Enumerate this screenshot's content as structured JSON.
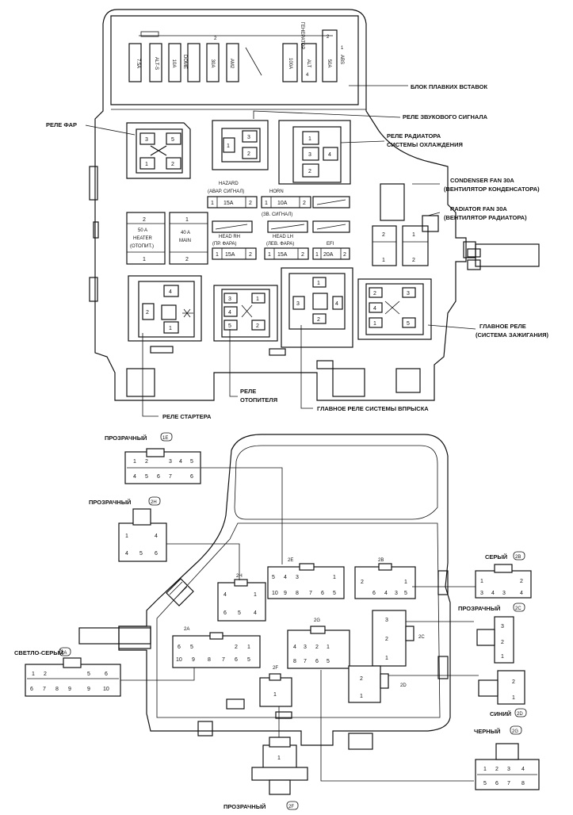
{
  "top_block": {
    "fusible_links": [
      "ALT-S",
      "DOME",
      "AM2",
      "ALT",
      "ABS"
    ],
    "fusible_ratings": [
      "7.5A",
      "10A",
      "30A",
      "100A",
      "50A"
    ],
    "alt_sublabel": "ГЕНЕРАТОР",
    "rot_numbers": [
      "2",
      "2",
      "1",
      "4"
    ],
    "labels": {
      "fuse_links": "БЛОК ПЛАВКИХ ВСТАВОК",
      "horn_relay": "РЕЛЕ ЗВУКОВОГО СИГНАЛА",
      "rad_relay_1": "РЕЛЕ РАДИАТОРА",
      "rad_relay_2": "СИСТЕМЫ ОХЛАЖДЕНИЯ",
      "headlight_relay": "РЕЛЕ ФАР",
      "cond_fan_1": "CONDENSER FAN 30A",
      "cond_fan_2": "(ВЕНТИЛЯТОР КОНДЕНСАТОРА)",
      "rad_fan_1": "RADIATOR FAN 30A",
      "rad_fan_2": "(ВЕНТИЛЯТОР РАДИАТОРА)",
      "main_relay_1": "ГЛАВНОЕ РЕЛЕ",
      "main_relay_2": "(СИСТЕМА ЗАЖИГАНИЯ)",
      "heater_relay_1": "РЕЛЕ",
      "heater_relay_2": "ОТОПИТЕЛЯ",
      "starter_relay": "РЕЛЕ СТАРТЕРА",
      "efi_relay": "ГЛАВНОЕ РЕЛЕ СИСТЕМЫ ВПРЫСКА"
    },
    "fuses": {
      "hazard_1": "HAZARD",
      "hazard_2": "(АВАР. СИГНАЛ)",
      "hazard_val": "15A",
      "horn_1": "HORN",
      "horn_2": "(ЗВ. СИГНАЛ)",
      "horn_val": "10A",
      "head_rh_1": "HEAD RH",
      "head_rh_2": "(ПР. ФАРА)",
      "head_rh_val": "15A",
      "head_lh_1": "HEAD LH",
      "head_lh_2": "(ЛЕВ. ФАРА)",
      "head_lh_val": "15A",
      "efi_1": "EFI",
      "efi_val": "20A",
      "heater_1": "50 A",
      "heater_2": "HEATER",
      "heater_3": "(ОТОПИТ.)",
      "main_1": "40 A",
      "main_2": "MAIN"
    },
    "pins": {
      "one": "1",
      "two": "2",
      "three": "3",
      "four": "4",
      "five": "5"
    }
  },
  "bottom_block": {
    "connectors": {
      "c1": {
        "color": "ПРОЗРАЧНЫЙ",
        "code": "1E"
      },
      "c2": {
        "color": "ПРОЗРАЧНЫЙ",
        "code": "2H"
      },
      "c3": {
        "color": "СЕРЫЙ",
        "code": "2B"
      },
      "c4": {
        "color": "ПРОЗРАЧНЫЙ",
        "code": "2C"
      },
      "c5": {
        "color": "СВЕТЛО-СЕРЫЙ",
        "code": "2A"
      },
      "c6": {
        "color": "СИНИЙ",
        "code": "2D"
      },
      "c7": {
        "color": "ЧЕРНЫЙ",
        "code": "2G"
      },
      "c8": {
        "color": "ПРОЗРАЧНЫЙ",
        "code": "2F"
      }
    },
    "sockets": [
      "2E",
      "2B",
      "2H",
      "2A",
      "2G",
      "2C",
      "2D",
      "2F"
    ],
    "digits": [
      "1",
      "2",
      "3",
      "4",
      "5",
      "6",
      "7",
      "8",
      "9",
      "10"
    ]
  }
}
